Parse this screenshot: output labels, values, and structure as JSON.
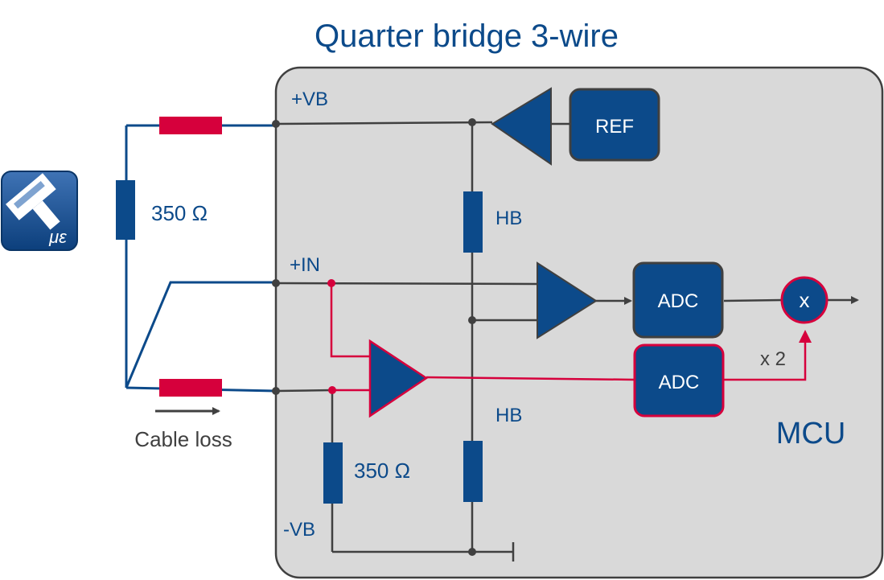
{
  "title": "Quarter bridge 3-wire",
  "labels": {
    "vb_plus": "+VB",
    "in_plus": "+IN",
    "vb_minus": "-VB",
    "hb_top": "HB",
    "hb_bottom": "HB",
    "resistor_sensor": "350 Ω",
    "resistor_completion": "350 Ω",
    "cable_loss": "Cable loss",
    "mcu": "MCU",
    "gain": "x 2"
  },
  "blocks": {
    "ref": "REF",
    "adc_signal": "ADC",
    "adc_compensation": "ADC",
    "multiplier": "x"
  },
  "logo": {
    "text": "με"
  },
  "colors": {
    "navy": "#0c4a8a",
    "crimson": "#d6003c",
    "panel": "#d9d9d9",
    "dark": "#404040"
  }
}
